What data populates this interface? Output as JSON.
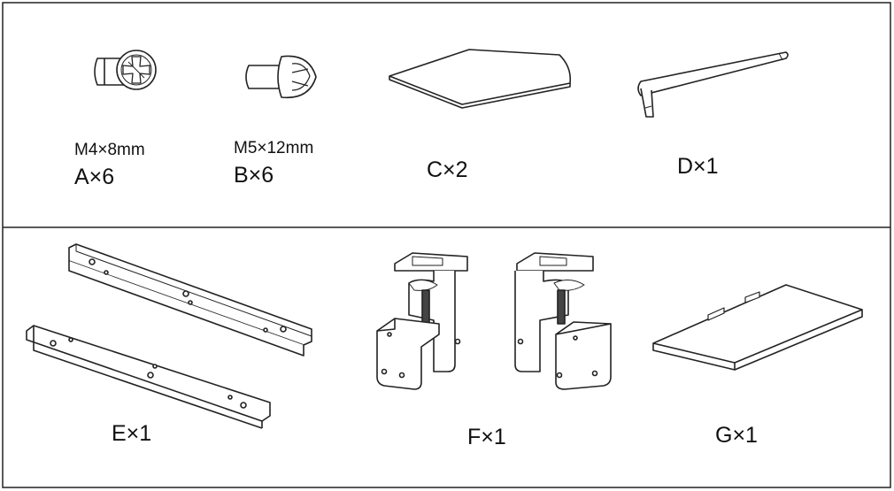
{
  "parts": {
    "a": {
      "size": "M4×8mm",
      "label": "A×6"
    },
    "b": {
      "size": "M5×12mm",
      "label": "B×6"
    },
    "c": {
      "label": "C×2"
    },
    "d": {
      "label": "D×1"
    },
    "e": {
      "label": "E×1"
    },
    "f": {
      "label": "F×1"
    },
    "g": {
      "label": "G×1"
    }
  }
}
